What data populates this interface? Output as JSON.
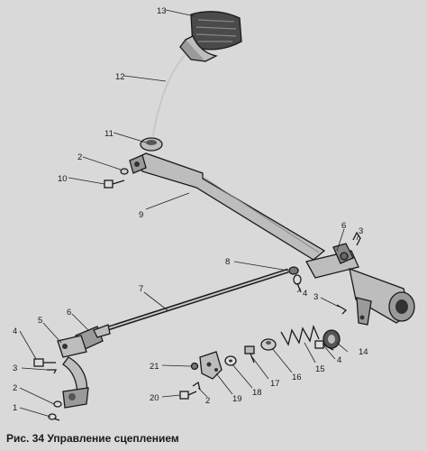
{
  "figure": {
    "caption": "Рис. 34  Управление сцеплением",
    "callouts": {
      "c1": "1",
      "c2a": "2",
      "c2b": "2",
      "c3a": "3",
      "c3b": "3",
      "c3c": "3",
      "c4a": "4",
      "c4b": "4",
      "c4c": "4",
      "c5": "5",
      "c6a": "6",
      "c6b": "6",
      "c7": "7",
      "c8": "8",
      "c9": "9",
      "c10": "10",
      "c11": "11",
      "c12": "12",
      "c13": "13",
      "c14": "14",
      "c15": "15",
      "c16": "16",
      "c17": "17",
      "c18": "18",
      "c19": "19",
      "c20": "20",
      "c21": "21"
    }
  }
}
